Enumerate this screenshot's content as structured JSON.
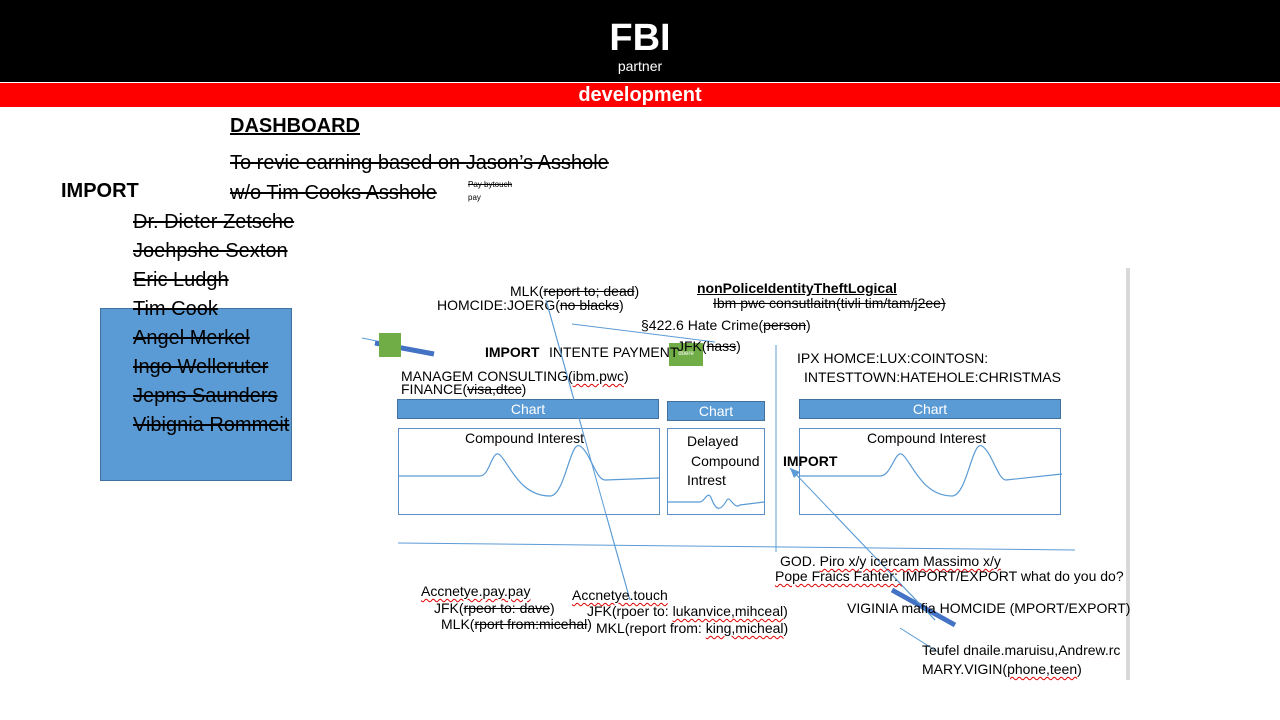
{
  "header": {
    "logo_text": "FBI",
    "logo_sub": "partner",
    "banner": "development"
  },
  "dashboard": {
    "title": "DASHBOARD",
    "line1": "To revie earning based on Jason’s Asshole",
    "line2": "w/o Tim Cooks Asshole",
    "note1": "Pay bytouch",
    "note2": "pay"
  },
  "import_list": {
    "title": "IMPORT",
    "names": [
      "Dr. Dieter Zetsche",
      "Joehpshe Sexton",
      "Eric Ludgh",
      "Tim Cook",
      "Angel Merkel",
      "Ingo Welleruter",
      "Jepns Saunders",
      "Vibignia Rommeit"
    ]
  },
  "diagram": {
    "mlk_pre": "MLK(",
    "mlk_strike": "report to; dead",
    "mlk_post": ")",
    "homcide_pre": "HOMCIDE:JOERG(",
    "homcide_strike": "no blacks",
    "homcide_post": ")",
    "npi_title": "nonPoliceIdentityTheftLogical",
    "npi_line": "Ibm pwc consutlaitn(tivli tim/tam/j2ee)",
    "hate_pre": "§422.6 Hate Crime(",
    "hate_strike": "person",
    "hate_post": ")",
    "import_label": "IMPORT",
    "intente": "INTENTE PAYMENT",
    "jfk_pre": "JFK(",
    "jfk_strike": "hass",
    "jfk_post": ")",
    "green_small": "doere",
    "ipx1": "IPX  HOMCE:LUX:COINTOSN:",
    "ipx2": "INTESTTOWN:HATEHOLE:CHRISTMAS",
    "managem_pre": "MANAGEM CONSULTING(",
    "managem_link": "ibm.pwc",
    "managem_post": ")",
    "finance_pre": "FINANCE(",
    "finance_strike": "visa,dtcc",
    "finance_post": ")",
    "chart_label": "Chart",
    "compound1": "Compound Interest",
    "delayed1": "Delayed",
    "delayed2": "Compound",
    "delayed3": "Intrest",
    "compound2": "Compound Interest",
    "import_right": "IMPORT",
    "god_pre": "GOD. ",
    "god_link": "Piro x/y icercam Massimo x/y",
    "pope_pre": "Pope Fraics Fahter: ",
    "pope_post": "IMPORT/EXPORT what do you do?",
    "viginia": "VIGINIA mafia HOMCIDE (MPORT/EXPORT)",
    "accn1": "Accnetye.pay.pay",
    "jfk2_pre": "JFK(",
    "jfk2_strike": "rpeor to: dave",
    "jfk2_post": ")",
    "mlk2_pre": "MLK(",
    "mlk2_strike": "rport from:micehal",
    "mlk2_post": ")",
    "accn2": "Accnetye.touch",
    "jfk3_pre": "JFK(rpoer to: ",
    "jfk3_link": "lukanvice,mihceal",
    "jfk3_post": ")",
    "mkl_pre": "MKL(report from: ",
    "mkl_link": "king,micheal",
    "mkl_post": ")",
    "teufel_pre": "Teufel ",
    "teufel_link": "dnaile.maruisu,Andrew.rc",
    "mary_pre": "MARY.VIGIN(",
    "mary_link": "phone,teen",
    "mary_post": ")"
  },
  "colors": {
    "accent_blue": "#5b9bd5",
    "red_bar": "#ff0000",
    "green_box": "#70ad47",
    "header_bg": "#000000"
  }
}
